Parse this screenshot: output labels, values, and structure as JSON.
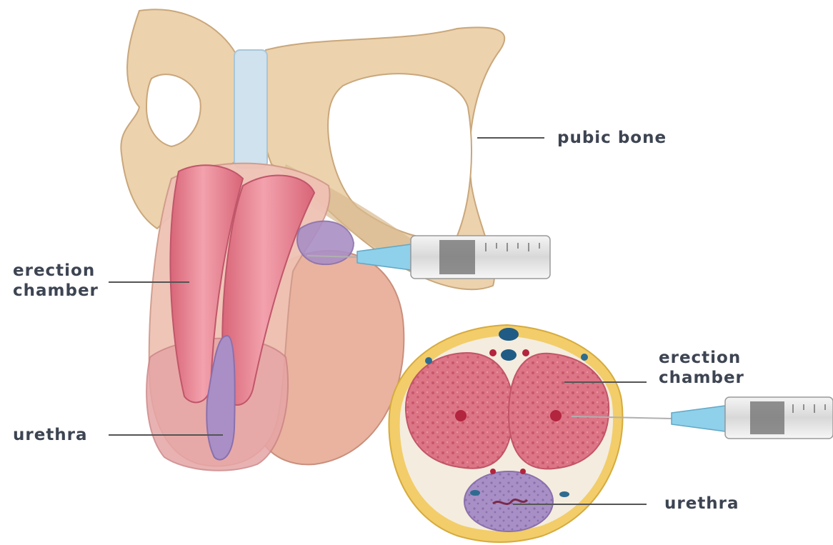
{
  "labels": {
    "pubic_bone": "pubic bone",
    "erection_chamber_left_line1": "erection",
    "erection_chamber_left_line2": "chamber",
    "urethra_left": "urethra",
    "erection_chamber_right_line1": "erection",
    "erection_chamber_right_line2": "chamber",
    "urethra_right": "urethra"
  },
  "colors": {
    "bone": "#ecd2ad",
    "bone_shadow": "#d9b98f",
    "ligament": "#cfe2ee",
    "erection_chamber": "#e9808f",
    "erection_chamber_light": "#f2a3ae",
    "urethra": "#a98fc5",
    "skin": "#e9b39f",
    "cross_section_fill": "#d96a7e",
    "cross_section_rim": "#f2cd69",
    "needle": "#8fd0ea",
    "label_text": "#3d4452",
    "leader_line": "#555555"
  }
}
